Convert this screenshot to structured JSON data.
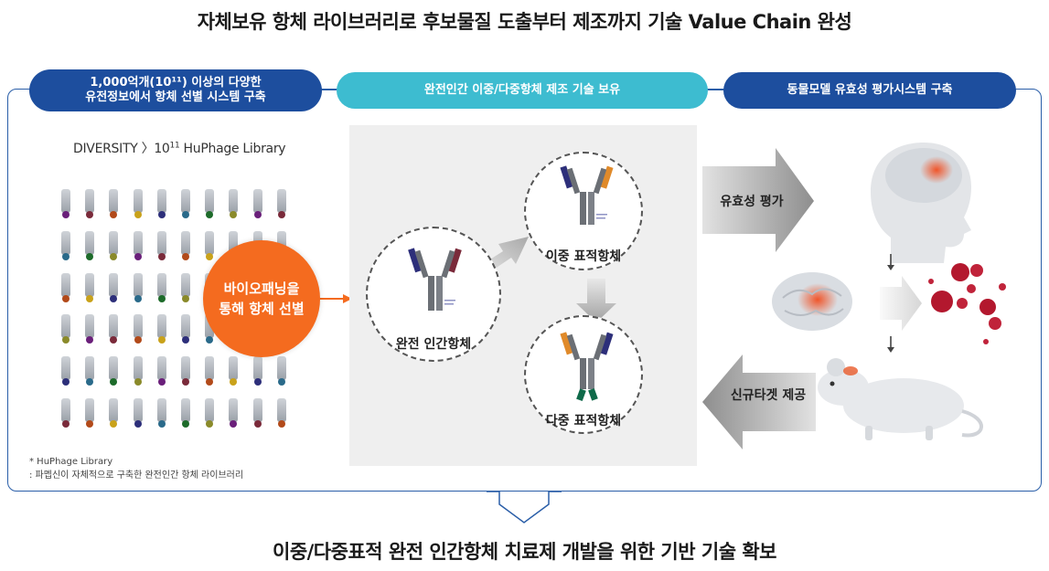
{
  "header": {
    "title": "자체보유 항체 라이브러리로 후보물질 도출부터 제조까지 기술 Value Chain 완성"
  },
  "footer": {
    "title": "이중/다중표적 완전 인간항체 치료제 개발을 위한 기반 기술 확보"
  },
  "sections": {
    "left": {
      "pill_line1": "1,000억개(10¹¹) 이상의 다양한",
      "pill_line2": "유전정보에서 항체 선별 시스템 구축",
      "diversity_prefix": "DIVERSITY 〉10",
      "diversity_exp": "11",
      "diversity_suffix": " HuPhage Library",
      "circle_line1": "바이오패닝을",
      "circle_line2": "통해 항체 선별",
      "footnote_line1": "* HuPhage Library",
      "footnote_line2": " : 파멥신이 자체적으로 구축한 완전인간 항체 라이브러리"
    },
    "middle": {
      "pill": "완전인간 이중/다중항체 제조 기술 보유",
      "antibody_full": "완전 인간항체",
      "antibody_bispecific": "이중 표적항체",
      "antibody_multispecific": "다중 표적항체"
    },
    "right": {
      "pill": "동물모델 유효성 평가시스템 구축",
      "arrow_efficacy": "유효성 평가",
      "arrow_target": "신규타겟 제공"
    }
  },
  "colors": {
    "navy": "#1d4e9e",
    "cyan": "#3dbcd0",
    "orange": "#f46b1f",
    "antibody_gray": "#6b6f75",
    "antibody_navy": "#2d2f7a",
    "antibody_red": "#7a2a3a",
    "antibody_orange": "#e08a2a",
    "antibody_green": "#0f6a4a",
    "tumor_red": "#b3182e"
  }
}
